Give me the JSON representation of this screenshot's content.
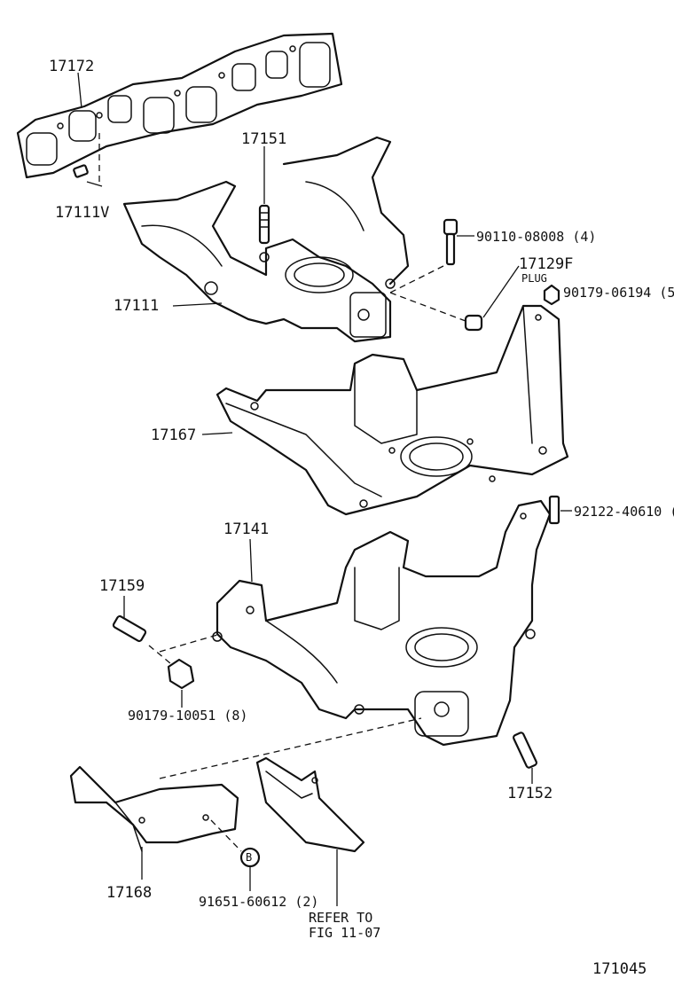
{
  "labels": {
    "p17172": "17172",
    "p17151": "17151",
    "p17111v": "17111V",
    "p90110": "90110-08008 (4)",
    "p17129f": "17129F",
    "plug": "PLUG",
    "p90179_06194": "90179-06194 (5",
    "p17111": "17111",
    "p17167": "17167",
    "p92122": "92122-40610 (5",
    "p17141": "17141",
    "p17159": "17159",
    "p90179_10051": "90179-10051 (8)",
    "p17152": "17152",
    "p17168": "17168",
    "b_marker": "B",
    "p91651": "91651-60612 (2)",
    "refer1": "REFER TO",
    "refer2": "FIG 11-07",
    "figure_id": "171045"
  }
}
